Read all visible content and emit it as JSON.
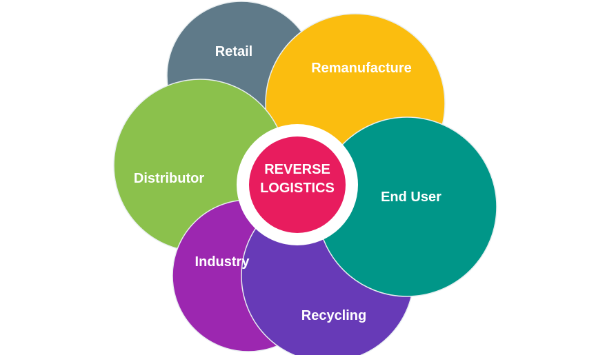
{
  "center": {
    "line1": "REVERSE",
    "line2": "LOGISTICS",
    "color": "#e81c5e"
  },
  "petals": [
    {
      "label": "Retail",
      "color": "#5f7a89"
    },
    {
      "label": "Remanufacture",
      "color": "#fbbd0f"
    },
    {
      "label": "Distributor",
      "color": "#8bc14c"
    },
    {
      "label": "Industry",
      "color": "#9c27b0"
    },
    {
      "label": "Recycling",
      "color": "#673ab7"
    },
    {
      "label": "End User",
      "color": "#009688"
    }
  ]
}
